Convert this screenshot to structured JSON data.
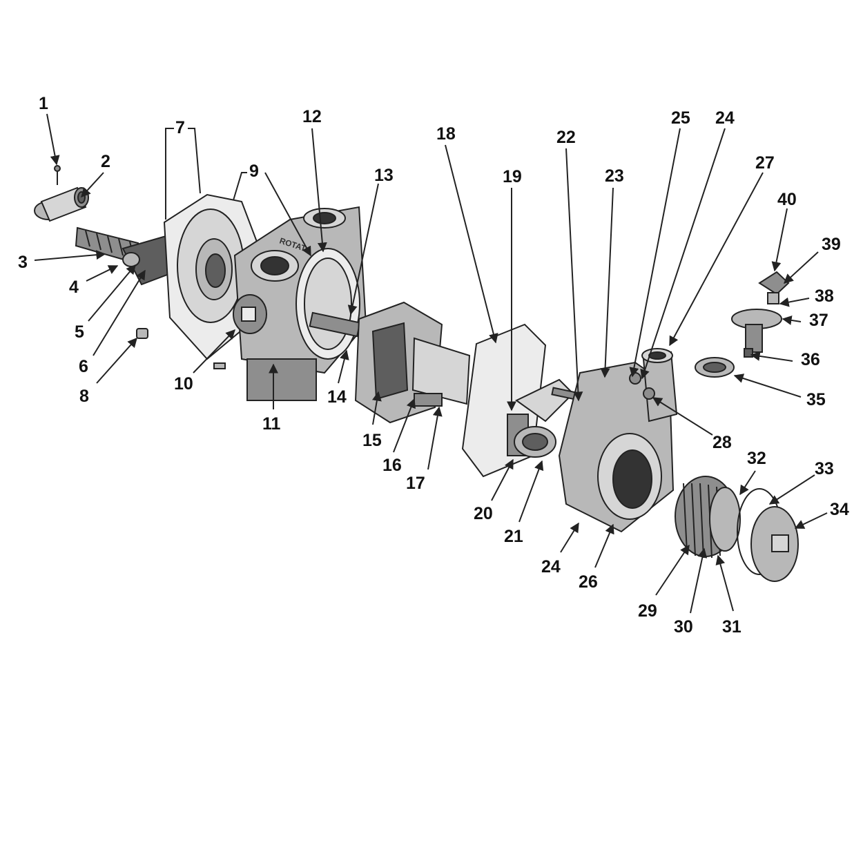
{
  "labels": [
    {
      "id": "1",
      "text": "1"
    },
    {
      "id": "2",
      "text": "2"
    },
    {
      "id": "3",
      "text": "3"
    },
    {
      "id": "4",
      "text": "4"
    },
    {
      "id": "5",
      "text": "5"
    },
    {
      "id": "6",
      "text": "6"
    },
    {
      "id": "7",
      "text": "7"
    },
    {
      "id": "8",
      "text": "8"
    },
    {
      "id": "9",
      "text": "9"
    },
    {
      "id": "10",
      "text": "10"
    },
    {
      "id": "11",
      "text": "11"
    },
    {
      "id": "12",
      "text": "12"
    },
    {
      "id": "13",
      "text": "13"
    },
    {
      "id": "14",
      "text": "14"
    },
    {
      "id": "15",
      "text": "15"
    },
    {
      "id": "16",
      "text": "16"
    },
    {
      "id": "17",
      "text": "17"
    },
    {
      "id": "18",
      "text": "18"
    },
    {
      "id": "19",
      "text": "19"
    },
    {
      "id": "20",
      "text": "20"
    },
    {
      "id": "21",
      "text": "21"
    },
    {
      "id": "22",
      "text": "22"
    },
    {
      "id": "23",
      "text": "23"
    },
    {
      "id": "24a",
      "text": "24"
    },
    {
      "id": "24b",
      "text": "24"
    },
    {
      "id": "25",
      "text": "25"
    },
    {
      "id": "26",
      "text": "26"
    },
    {
      "id": "27",
      "text": "27"
    },
    {
      "id": "28",
      "text": "28"
    },
    {
      "id": "29",
      "text": "29"
    },
    {
      "id": "30",
      "text": "30"
    },
    {
      "id": "31",
      "text": "31"
    },
    {
      "id": "32",
      "text": "32"
    },
    {
      "id": "33",
      "text": "33"
    },
    {
      "id": "34",
      "text": "34"
    },
    {
      "id": "35",
      "text": "35"
    },
    {
      "id": "36",
      "text": "36"
    },
    {
      "id": "37",
      "text": "37"
    },
    {
      "id": "38",
      "text": "38"
    },
    {
      "id": "39",
      "text": "39"
    },
    {
      "id": "40",
      "text": "40"
    }
  ],
  "casting_text": "ROTAT"
}
